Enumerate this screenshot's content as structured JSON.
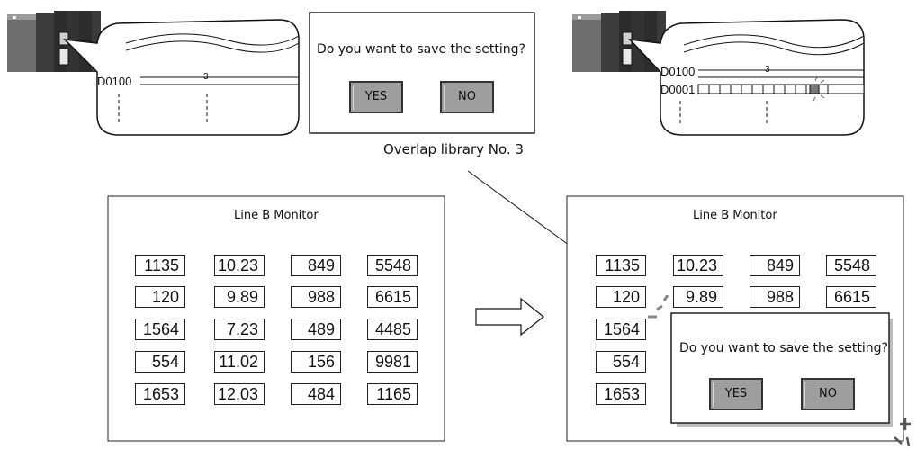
{
  "callout_left": {
    "device": "D0100",
    "value": "3"
  },
  "callout_right": {
    "device_1": "D0100",
    "value_1": "3",
    "device_2": "D0001"
  },
  "dialog_top": {
    "question": "Do you want to save the setting?",
    "yes": "YES",
    "no": "NO"
  },
  "overlap_caption": "Overlap library No. 3",
  "screen_left": {
    "title": "Line B Monitor",
    "rows": [
      [
        "1135",
        "10.23",
        "849",
        "5548"
      ],
      [
        "120",
        "9.89",
        "988",
        "6615"
      ],
      [
        "1564",
        "7.23",
        "489",
        "4485"
      ],
      [
        "554",
        "11.02",
        "156",
        "9981"
      ],
      [
        "1653",
        "12.03",
        "484",
        "1165"
      ]
    ]
  },
  "screen_right": {
    "title": "Line B Monitor",
    "rows": [
      [
        "1135",
        "10.23",
        "849",
        "5548"
      ],
      [
        "120",
        "9.89",
        "988",
        "6615"
      ],
      [
        "1564"
      ],
      [
        "554"
      ],
      [
        "1653"
      ]
    ]
  },
  "dialog_popup": {
    "question": "Do you want to save the setting?",
    "yes": "YES",
    "no": "NO"
  }
}
